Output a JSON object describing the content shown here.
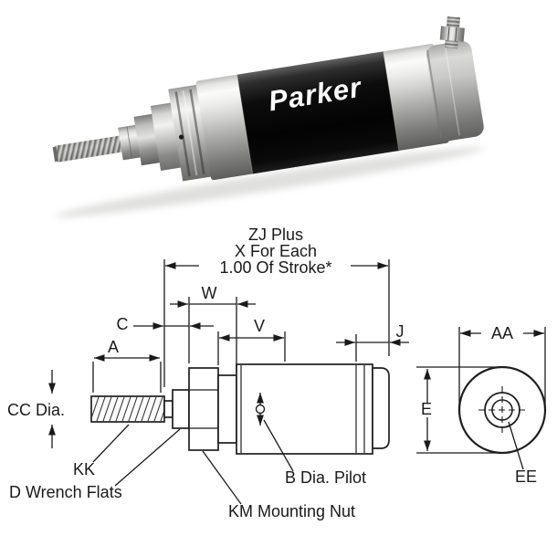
{
  "colors": {
    "ink": "#1a1a1a",
    "brand_band": "#0d0d0d",
    "background": "#ffffff"
  },
  "photo": {
    "brand": "Parker"
  },
  "diagram": {
    "zj1": "ZJ Plus",
    "zj2": "X For Each",
    "zj3": "1.00 Of Stroke*",
    "w": "W",
    "c": "C",
    "v": "V",
    "a": "A",
    "j": "J",
    "aa": "AA",
    "e": "E",
    "cc": "CC Dia.",
    "kk": "KK",
    "d": "D Wrench Flats",
    "km": "KM Mounting Nut",
    "b": "B Dia. Pilot",
    "ee": "EE"
  }
}
